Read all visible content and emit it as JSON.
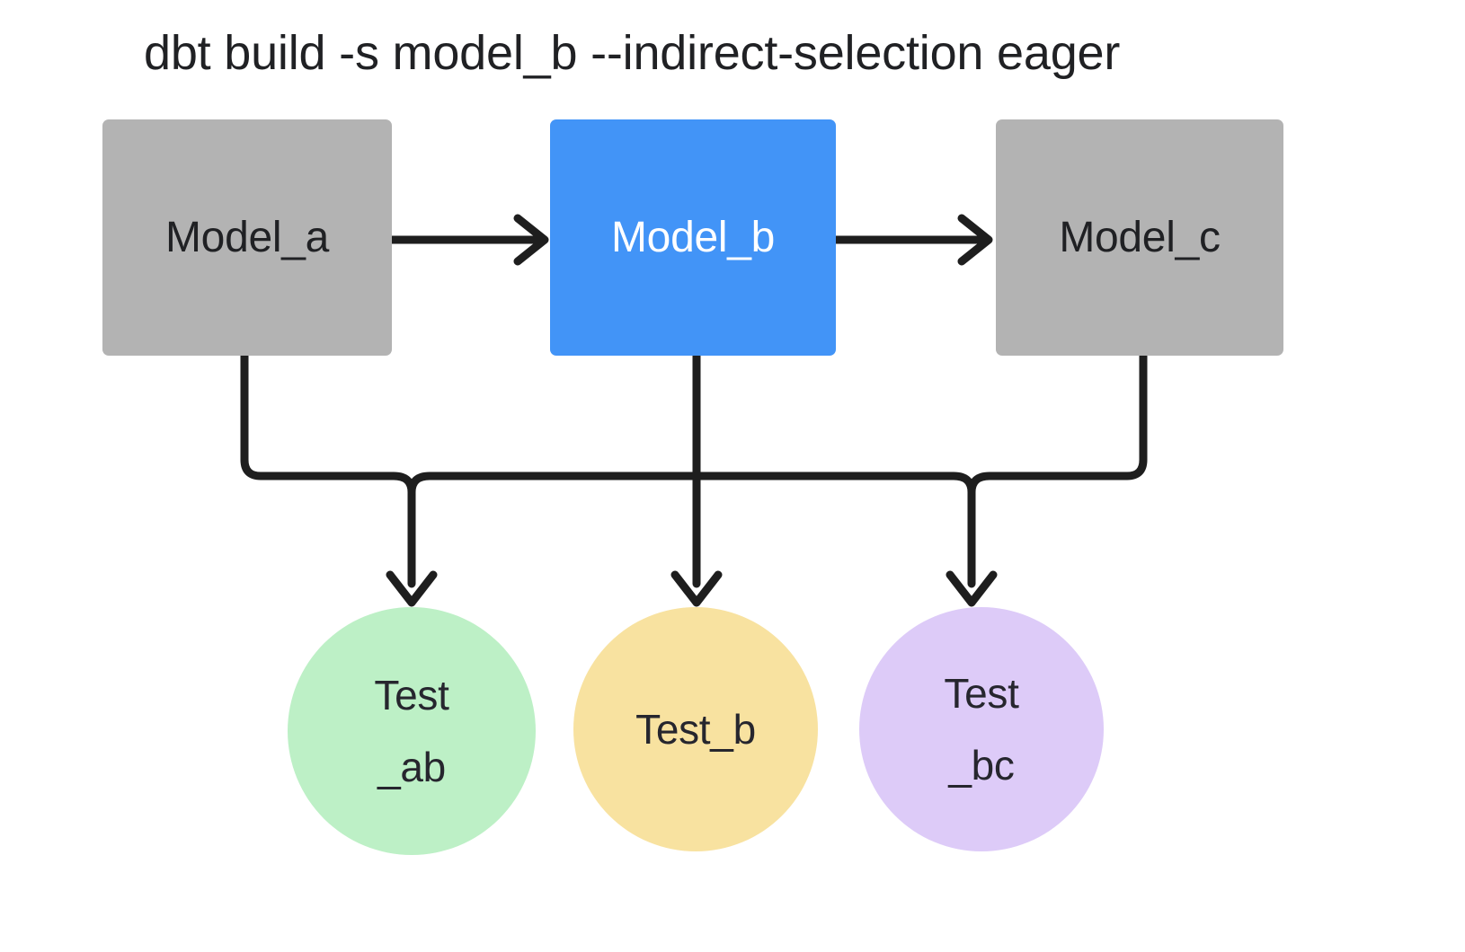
{
  "diagram": {
    "title": "dbt build -s model_b --indirect-selection eager",
    "background_color": "#FFFFFF",
    "edge_color": "#1E1E1E",
    "nodes": [
      {
        "id": "model_a",
        "label": "Model_a",
        "shape": "rect",
        "fill": "#B3B3B3",
        "text_color": "#202124"
      },
      {
        "id": "model_b",
        "label": "Model_b",
        "shape": "rect",
        "fill": "#4294F7",
        "text_color": "#FFFFFF"
      },
      {
        "id": "model_c",
        "label": "Model_c",
        "shape": "rect",
        "fill": "#B3B3B3",
        "text_color": "#202124"
      },
      {
        "id": "test_ab",
        "label": "Test\n_ab",
        "shape": "circle",
        "fill": "#BDF0C6",
        "text_color": "#26262E"
      },
      {
        "id": "test_b",
        "label": "Test_b",
        "shape": "circle",
        "fill": "#F8E2A0",
        "text_color": "#26262E"
      },
      {
        "id": "test_bc",
        "label": "Test\n_bc",
        "shape": "circle",
        "fill": "#DDCBF8",
        "text_color": "#26262E"
      }
    ],
    "edges": [
      {
        "from": "model_a",
        "to": "model_b",
        "style": "arrow"
      },
      {
        "from": "model_b",
        "to": "model_c",
        "style": "arrow"
      },
      {
        "from": "model_a",
        "to": "test_ab",
        "style": "arrow"
      },
      {
        "from": "model_b",
        "to": "test_ab",
        "style": "arrow"
      },
      {
        "from": "model_b",
        "to": "test_b",
        "style": "arrow"
      },
      {
        "from": "model_b",
        "to": "test_bc",
        "style": "arrow"
      },
      {
        "from": "model_c",
        "to": "test_bc",
        "style": "arrow"
      }
    ]
  }
}
